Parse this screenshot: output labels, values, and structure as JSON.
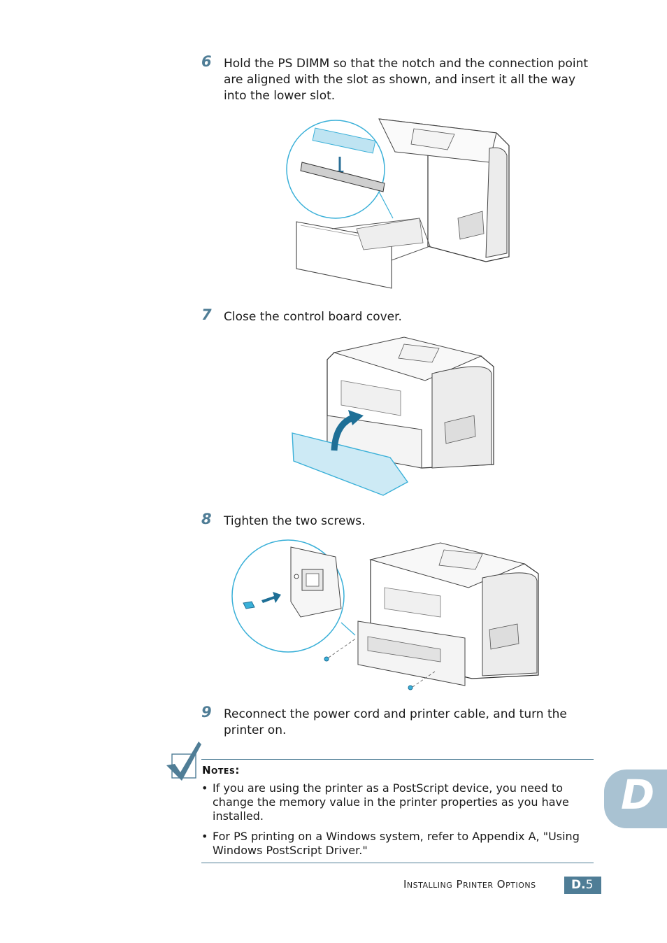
{
  "steps": [
    {
      "number": "6",
      "text": "Hold the PS DIMM so that the notch and the connection point are aligned with the slot as shown, and insert it all the way into the lower slot."
    },
    {
      "number": "7",
      "text": "Close the control board cover."
    },
    {
      "number": "8",
      "text": "Tighten the two screws."
    },
    {
      "number": "9",
      "text": "Reconnect the power cord and printer cable, and turn the printer on."
    }
  ],
  "notes": {
    "title": "Notes:",
    "bullet": "•",
    "items": [
      "If you are using the printer as a PostScript device, you need to change the memory value in the printer properties as you have installed.",
      "For PS printing on a Windows system, refer to Appendix A, \"Using Windows PostScript Driver.\""
    ]
  },
  "footer": {
    "section": "Installing Printer Options",
    "prefix": "D.",
    "page": "5"
  },
  "side_tab": {
    "letter": "D"
  },
  "colors": {
    "accent": "#4f7d96",
    "tab": "#a9c2d2",
    "highlight": "#3ab0d8",
    "cover_fill": "#cdeaf5"
  }
}
